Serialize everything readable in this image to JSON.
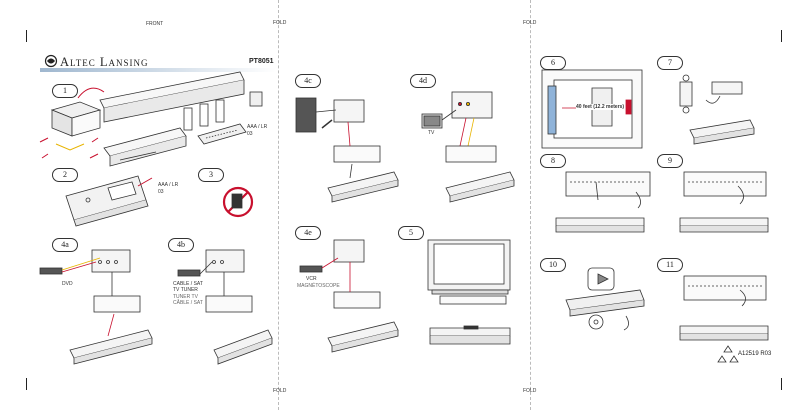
{
  "header": {
    "front_label": "FRONT",
    "fold_label": "FOLD",
    "brand": "Altec Lansing",
    "model": "PT8051"
  },
  "steps": {
    "s1": "1",
    "s2": "2",
    "s3": "3",
    "s4a": "4a",
    "s4b": "4b",
    "s4c": "4c",
    "s4d": "4d",
    "s4e": "4e",
    "s5": "5",
    "s6": "6",
    "s7": "7",
    "s8": "8",
    "s9": "9",
    "s10": "10",
    "s11": "11"
  },
  "labels": {
    "battery_step1": "AAA / LR 03",
    "battery_step2": "AAA / LR 03",
    "dvd": "DVD",
    "cable_tuner": "CABLE / SAT TV TUNER",
    "cable_tuner_alt": "TUNER TV CÂBLE / SAT",
    "tv": "TV",
    "vcr": "VCR",
    "vcr_alt": "MAGNÉTOSCOPE",
    "distance": "40 feet (12.2 meters)",
    "part_number": "A12519 R03"
  },
  "colors": {
    "accent_red": "#c8102e",
    "accent_yellow": "#e8b400",
    "header_gradient_start": "#9fb7cf",
    "header_gradient_end": "#ffffff",
    "tv_screen": "#8fb3d9",
    "line": "#333333"
  },
  "icons": {
    "brand_logo": "altec-lansing-logo-icon",
    "no_symbol": "no-symbol-icon",
    "recycle": "recycle-icon",
    "play": "play-icon"
  }
}
